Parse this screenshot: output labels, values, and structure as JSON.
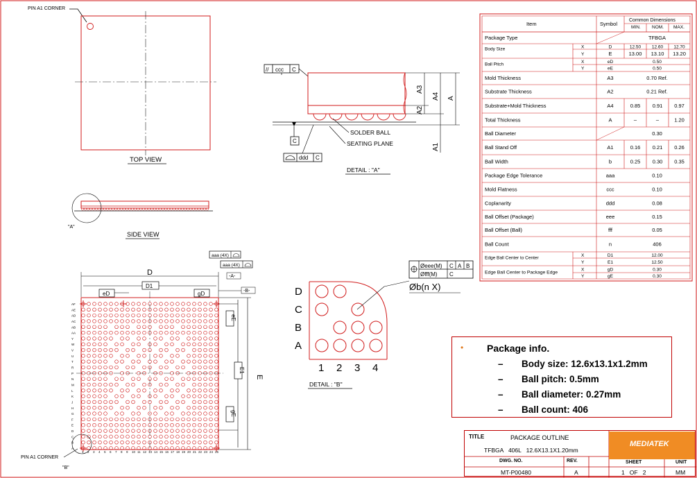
{
  "drawing": {
    "pin_a1_corner_top": "PIN A1 CORNER",
    "pin_a1_corner_bottom": "PIN A1 CORNER",
    "top_view": "TOP VIEW",
    "side_view": "SIDE VIEW",
    "side_view_callout": "\"A\"",
    "bottom_callout": "\"B\"",
    "detail_a": "DETAIL : \"A\"",
    "detail_b": "DETAIL : \"B\"",
    "solder_ball": "SOLDER BALL",
    "seating_plane": "SEATING PLANE",
    "fc_ccc": "ccc",
    "fc_ccc_ref": "C",
    "fc_c": "C",
    "fc_ddd": "ddd",
    "fc_ddd_ref": "C",
    "dim_a3": "A3",
    "dim_a2": "A2",
    "dim_a4": "A4",
    "dim_a": "A",
    "dim_a1": "A1",
    "dim_D": "D",
    "dim_D1": "D1",
    "dim_eD": "eD",
    "dim_gD": "gD",
    "dim_E": "E",
    "dim_E1": "E1",
    "dim_eE": "eE",
    "dim_gE": "gE",
    "datum_A": "-A-",
    "datum_B": "-B-",
    "aaa_4x_1": "aaa (4X)",
    "aaa_4x_2": "aaa (4X)",
    "eee_frame": "Øeee(M)",
    "eee_ref1": "C",
    "eee_ref2": "A",
    "eee_ref3": "B",
    "fff_frame": "Øfff(M)",
    "fff_ref": "C",
    "ball_dia": "Øb(n   X)",
    "detail_b_rows": [
      "D",
      "C",
      "B",
      "A"
    ],
    "detail_b_cols": [
      "1",
      "2",
      "3",
      "4"
    ],
    "grid_row_labels": [
      "AF",
      "AE",
      "AD",
      "AC",
      "AB",
      "AA",
      "Y",
      "W",
      "V",
      "U",
      "T",
      "R",
      "P",
      "N",
      "M",
      "L",
      "K",
      "J",
      "H",
      "G",
      "F",
      "E",
      "D",
      "C",
      "B",
      "A"
    ],
    "grid_col_labels": [
      "1",
      "2",
      "3",
      "4",
      "5",
      "6",
      "7",
      "8",
      "9",
      "10",
      "11",
      "12",
      "13",
      "14",
      "15",
      "16",
      "17",
      "18",
      "19",
      "20",
      "21",
      "22",
      "23",
      "24",
      "25"
    ]
  },
  "table": {
    "head_item": "Item",
    "head_symbol": "Symbol",
    "head_common": "Common Dimensions",
    "head_min": "MIN.",
    "head_nom": "NOM.",
    "head_max": "MAX.",
    "rows": [
      {
        "item": "Package Type",
        "sub": "",
        "symbol": "",
        "min": "",
        "nom": "TFBGA",
        "max": "",
        "span": true
      },
      {
        "item": "Body Size",
        "sub": "X",
        "symbol": "D",
        "min": "12.50",
        "nom": "12.60",
        "max": "12.70",
        "span": false
      },
      {
        "item": "",
        "sub": "Y",
        "symbol": "E",
        "min": "13.00",
        "nom": "13.10",
        "max": "13.20",
        "span": false
      },
      {
        "item": "Ball Pitch",
        "sub": "X",
        "symbol": "eD",
        "min": "",
        "nom": "0.50",
        "max": "",
        "span": true
      },
      {
        "item": "",
        "sub": "Y",
        "symbol": "eE",
        "min": "",
        "nom": "0.50",
        "max": "",
        "span": true
      },
      {
        "item": "Mold Thickness",
        "sub": "",
        "symbol": "A3",
        "min": "",
        "nom": "0.70  Ref.",
        "max": "",
        "span": true
      },
      {
        "item": "Substrate Thickness",
        "sub": "",
        "symbol": "A2",
        "min": "",
        "nom": "0.21  Ref.",
        "max": "",
        "span": true
      },
      {
        "item": "Substrate+Mold Thickness",
        "sub": "",
        "symbol": "A4",
        "min": "0.85",
        "nom": "0.91",
        "max": "0.97",
        "span": false
      },
      {
        "item": "Total Thickness",
        "sub": "",
        "symbol": "A",
        "min": "–",
        "nom": "–",
        "max": "1.20",
        "span": false
      },
      {
        "item": "Ball Diameter",
        "sub": "",
        "symbol": "",
        "min": "",
        "nom": "0.30",
        "max": "",
        "span": true
      },
      {
        "item": "Ball Stand Off",
        "sub": "",
        "symbol": "A1",
        "min": "0.16",
        "nom": "0.21",
        "max": "0.26",
        "span": false
      },
      {
        "item": "Ball Width",
        "sub": "",
        "symbol": "b",
        "min": "0.25",
        "nom": "0.30",
        "max": "0.35",
        "span": false
      },
      {
        "item": "Package Edge Tolerance",
        "sub": "",
        "symbol": "aaa",
        "min": "",
        "nom": "0.10",
        "max": "",
        "span": true
      },
      {
        "item": "Mold Flatness",
        "sub": "",
        "symbol": "ccc",
        "min": "",
        "nom": "0.10",
        "max": "",
        "span": true
      },
      {
        "item": "Coplanarity",
        "sub": "",
        "symbol": "ddd",
        "min": "",
        "nom": "0.08",
        "max": "",
        "span": true
      },
      {
        "item": "Ball Offset (Package)",
        "sub": "",
        "symbol": "eee",
        "min": "",
        "nom": "0.15",
        "max": "",
        "span": true
      },
      {
        "item": "Ball Offset (Ball)",
        "sub": "",
        "symbol": "fff",
        "min": "",
        "nom": "0.05",
        "max": "",
        "span": true
      },
      {
        "item": "Ball Count",
        "sub": "",
        "symbol": "n",
        "min": "",
        "nom": "406",
        "max": "",
        "span": true
      },
      {
        "item": "Edge Ball Center to Center",
        "sub": "X",
        "symbol": "D1",
        "min": "",
        "nom": "12.00",
        "max": "",
        "span": true
      },
      {
        "item": "",
        "sub": "Y",
        "symbol": "E1",
        "min": "",
        "nom": "12.50",
        "max": "",
        "span": true
      },
      {
        "item": "Edge Ball Center to Package Edge",
        "sub": "X",
        "symbol": "gD",
        "min": "",
        "nom": "0.30",
        "max": "",
        "span": true
      },
      {
        "item": "",
        "sub": "Y",
        "symbol": "gE",
        "min": "",
        "nom": "0.30",
        "max": "",
        "span": true
      }
    ]
  },
  "info": {
    "heading": "Package info.",
    "bullet": "•",
    "dash": "–",
    "lines": [
      "Body size: 12.6x13.1x1.2mm",
      "Ball pitch: 0.5mm",
      "Ball diameter: 0.27mm",
      "Ball count: 406"
    ]
  },
  "title_block": {
    "title_label": "TITLE",
    "title": "PACKAGE OUTLINE",
    "subtitle": "TFBGA   406L   12.6X13.1X1.20mm",
    "dwg_label": "DWG.  NO.",
    "dwg_no": "MT-P00480",
    "rev_label": "REV.",
    "rev": "A",
    "sheet_label": "SHEET",
    "sheet": "1   OF   2",
    "unit_label": "UNIT",
    "unit": "MM",
    "logo": "MEDIATEK"
  },
  "colors": {
    "line": "#d01818",
    "dark": "#000000",
    "logo": "#f08c24"
  }
}
